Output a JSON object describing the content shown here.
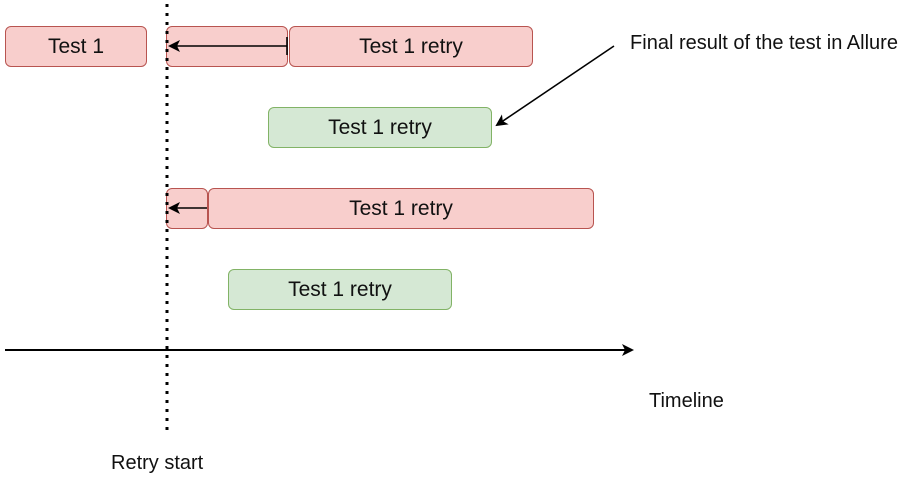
{
  "boxes": {
    "row1_test": "Test 1",
    "row1_retry": "Test 1 retry",
    "row2_retry": "Test 1 retry",
    "row3_retry": "Test 1 retry",
    "row4_retry": "Test 1 retry"
  },
  "annotations": {
    "final_result": "Final result of the test in Allure",
    "timeline": "Timeline",
    "retry_start": "Retry start"
  },
  "colors": {
    "failed_fill": "#f8cecc",
    "failed_stroke": "#b85450",
    "passed_fill": "#d5e8d4",
    "passed_stroke": "#82b366"
  }
}
